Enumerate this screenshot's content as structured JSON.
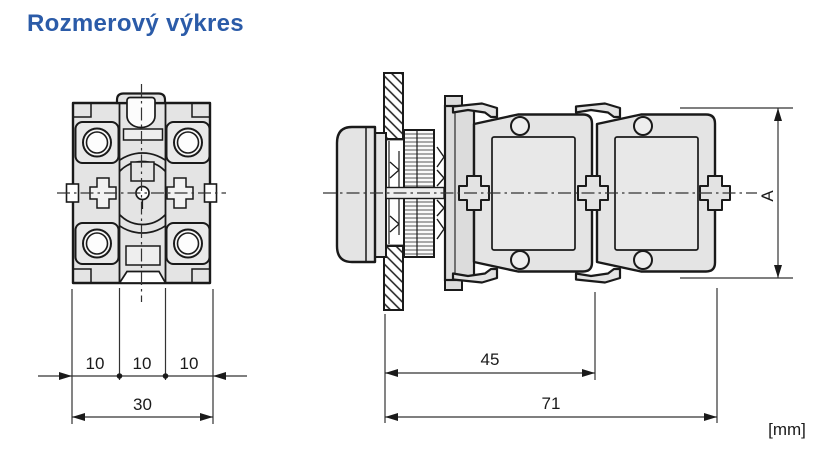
{
  "title": "Rozmerový výkres",
  "units_label": "[mm]",
  "colors": {
    "title_blue": "#2B5BA8",
    "line_black": "#1a1a1a",
    "body_fill_gray": "#e4e4e4",
    "background": "#ffffff"
  },
  "front_view": {
    "description": "front view of pushbutton contact block with mounting adapter",
    "dim_segments": [
      "10",
      "10",
      "10"
    ],
    "dim_total": "30"
  },
  "side_view": {
    "description": "side view of pushbutton mounted in panel with two contact blocks",
    "dim_inner": "45",
    "dim_total": "71",
    "dim_height": "A"
  }
}
